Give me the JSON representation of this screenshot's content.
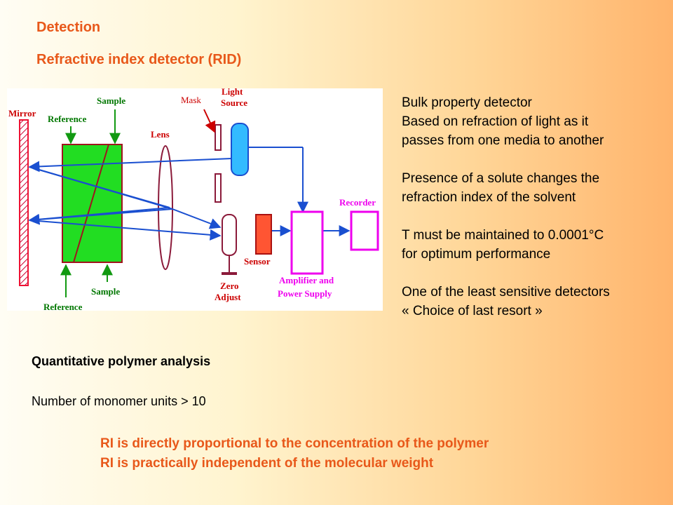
{
  "header": {
    "section": "Detection",
    "subtitle": "Refractive index detector (RID)"
  },
  "diagram": {
    "labels": {
      "mirror": "Mirror",
      "reference_top": "Reference",
      "sample_top": "Sample",
      "mask": "Mask",
      "light": "Light",
      "source": "Source",
      "lens": "Lens",
      "recorder": "Recorder",
      "sensor": "Sensor",
      "zero": "Zero",
      "adjust": "Adjust",
      "amplifier": "Amplifier and",
      "power_supply": "Power Supply",
      "sample_bottom": "Sample",
      "reference_bottom": "Reference"
    },
    "colors": {
      "cell": "#22dd22",
      "flow": "#119911",
      "beam": "#1a4fd0",
      "mirror": "#ee1133",
      "lens": "#8b1a3a",
      "light_source": "#33bbff",
      "sensor": "#ff5533",
      "amplifier": "#ee00ee",
      "label_red": "#cc0000",
      "label_magenta": "#ee00ee",
      "label_green": "#007700"
    }
  },
  "properties": {
    "lines": [
      "Bulk property detector",
      "Based on refraction of light as it",
      "passes from one media to another",
      "",
      "Presence of a solute changes the",
      "refraction index of the solvent",
      "",
      "T must be maintained to 0.0001°C",
      "for optimum performance",
      "",
      "One of the least sensitive detectors",
      "« Choice of last resort »"
    ]
  },
  "analysis": {
    "heading": "Quantitative polymer analysis",
    "monomer": "Number of monomer units > 10",
    "statements": [
      "RI is directly proportional to the concentration of the polymer",
      "RI is practically independent of the molecular weight"
    ]
  }
}
